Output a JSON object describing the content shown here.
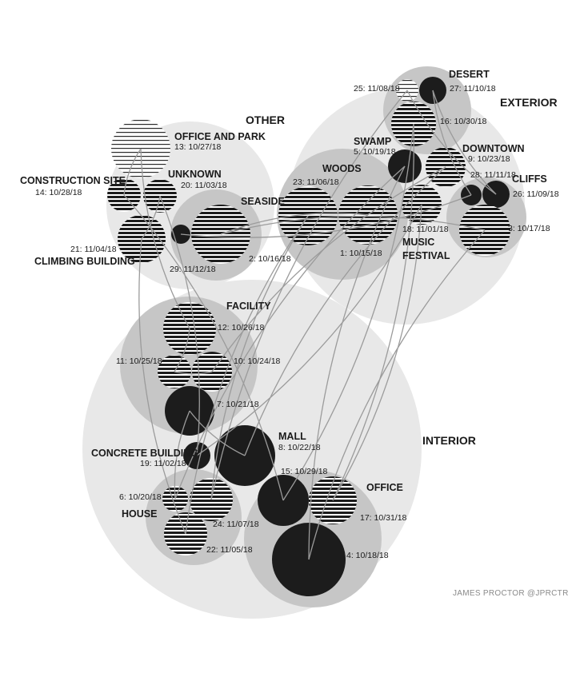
{
  "credit": "JAMES PROCTOR @JPRCTR",
  "colors": {
    "big_group_fill": "#e8e8e8",
    "sub_group_fill": "#c6c6c6",
    "circle_dark": "#1c1c1c",
    "connector_stroke": "#9b9b9b"
  },
  "groups": {
    "exterior": "EXTERIOR",
    "other": "OTHER",
    "interior": "INTERIOR"
  },
  "subgroups": {
    "desert": "DESERT",
    "swamp": "SWAMP",
    "downtown": "DOWNTOWN",
    "woods": "WOODS",
    "cliffs": "CLIFFS",
    "music_festival_1": "MUSIC",
    "music_festival_2": "FESTIVAL",
    "office_and_park": "OFFICE AND PARK",
    "construction_site": "CONSTRUCTION SITE",
    "unknown": "UNKNOWN",
    "seaside": "SEASIDE",
    "climbing_building": "CLIMBING BUILDING",
    "facility": "FACILITY",
    "mall": "MALL",
    "concrete_building": "CONCRETE BUILDING",
    "office": "OFFICE",
    "house": "HOUSE"
  },
  "events": [
    {
      "id": "e25",
      "label": "25: 11/08/18",
      "style": "striped-light"
    },
    {
      "id": "e27",
      "label": "27: 11/10/18",
      "style": "solid"
    },
    {
      "id": "e16",
      "label": "16: 10/30/18",
      "style": "striped"
    },
    {
      "id": "e5",
      "label": "5: 10/19/18",
      "style": "solid"
    },
    {
      "id": "e9",
      "label": "9: 10/23/18",
      "style": "striped"
    },
    {
      "id": "e28",
      "label": "28: 11/11/18",
      "style": "solid"
    },
    {
      "id": "e26",
      "label": "26: 11/09/18",
      "style": "solid"
    },
    {
      "id": "e23",
      "label": "23: 11/06/18",
      "style": "striped"
    },
    {
      "id": "e1",
      "label": "1: 10/15/18",
      "style": "striped"
    },
    {
      "id": "e18",
      "label": "18: 11/01/18",
      "style": "striped"
    },
    {
      "id": "e3",
      "label": "3: 10/17/18",
      "style": "striped"
    },
    {
      "id": "e13",
      "label": "13: 10/27/18",
      "style": "striped-light"
    },
    {
      "id": "e14",
      "label": "14: 10/28/18",
      "style": "striped"
    },
    {
      "id": "e20",
      "label": "20: 11/03/18",
      "style": "striped"
    },
    {
      "id": "e21",
      "label": "21: 11/04/18",
      "style": "striped"
    },
    {
      "id": "e29",
      "label": "29: 11/12/18",
      "style": "solid"
    },
    {
      "id": "e2",
      "label": "2: 10/16/18",
      "style": "striped"
    },
    {
      "id": "e12",
      "label": "12: 10/26/18",
      "style": "striped"
    },
    {
      "id": "e11",
      "label": "11: 10/25/18",
      "style": "striped"
    },
    {
      "id": "e10",
      "label": "10: 10/24/18",
      "style": "striped"
    },
    {
      "id": "e7",
      "label": "7: 10/21/18",
      "style": "solid"
    },
    {
      "id": "e8",
      "label": "8: 10/22/18",
      "style": "solid"
    },
    {
      "id": "e19",
      "label": "19: 11/02/18",
      "style": "solid"
    },
    {
      "id": "e15",
      "label": "15: 10/29/18",
      "style": "solid"
    },
    {
      "id": "e17",
      "label": "17: 10/31/18",
      "style": "striped"
    },
    {
      "id": "e6",
      "label": "6: 10/20/18",
      "style": "striped"
    },
    {
      "id": "e24",
      "label": "24: 11/07/18",
      "style": "striped"
    },
    {
      "id": "e22",
      "label": "22: 11/05/18",
      "style": "striped"
    },
    {
      "id": "e4",
      "label": "4: 10/18/18",
      "style": "solid"
    }
  ]
}
